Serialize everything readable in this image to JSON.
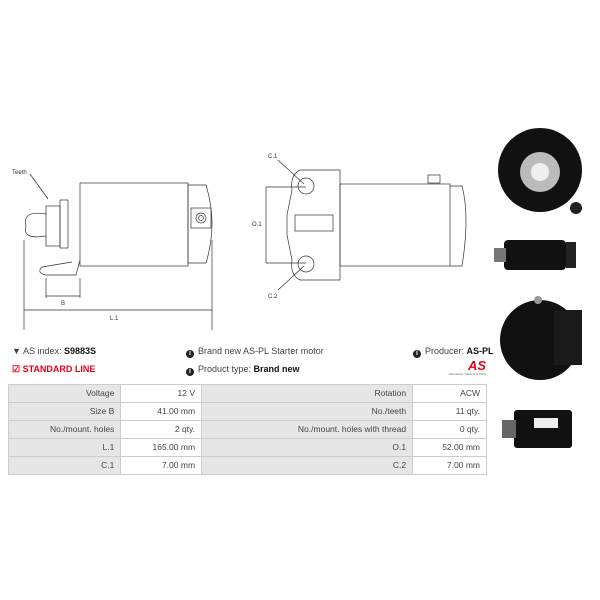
{
  "drawing": {
    "teeth_label": "Teeth",
    "b_label": "B",
    "l1_label": "L.1",
    "c1_label": "C.1",
    "c2_label": "C.2",
    "o1_label": "O.1"
  },
  "info": {
    "as_index_label": "AS index:",
    "as_index_value": "S9883S",
    "standard_line": "STANDARD LINE",
    "description": "Brand new AS-PL Starter motor",
    "product_type_label": "Product type:",
    "product_type_value": "Brand new",
    "producer_label": "Producer:",
    "producer_value": "AS-PL",
    "logo_text": "AS",
    "logo_tagline": "Alternators, Starters & Parts"
  },
  "colors": {
    "accent": "#e3001b"
  },
  "specs": [
    {
      "l1": "Voltage",
      "v1": "12 V",
      "l2": "Rotation",
      "v2": "ACW"
    },
    {
      "l1": "Size B",
      "v1": "41.00 mm",
      "l2": "No./teeth",
      "v2": "11 qty."
    },
    {
      "l1": "No./mount. holes",
      "v1": "2 qty.",
      "l2": "No./mount. holes with thread",
      "v2": "0 qty."
    },
    {
      "l1": "L.1",
      "v1": "165.00 mm",
      "l2": "O.1",
      "v2": "52.00 mm"
    },
    {
      "l1": "C.1",
      "v1": "7.00 mm",
      "l2": "C.2",
      "v2": "7.00 mm"
    }
  ]
}
